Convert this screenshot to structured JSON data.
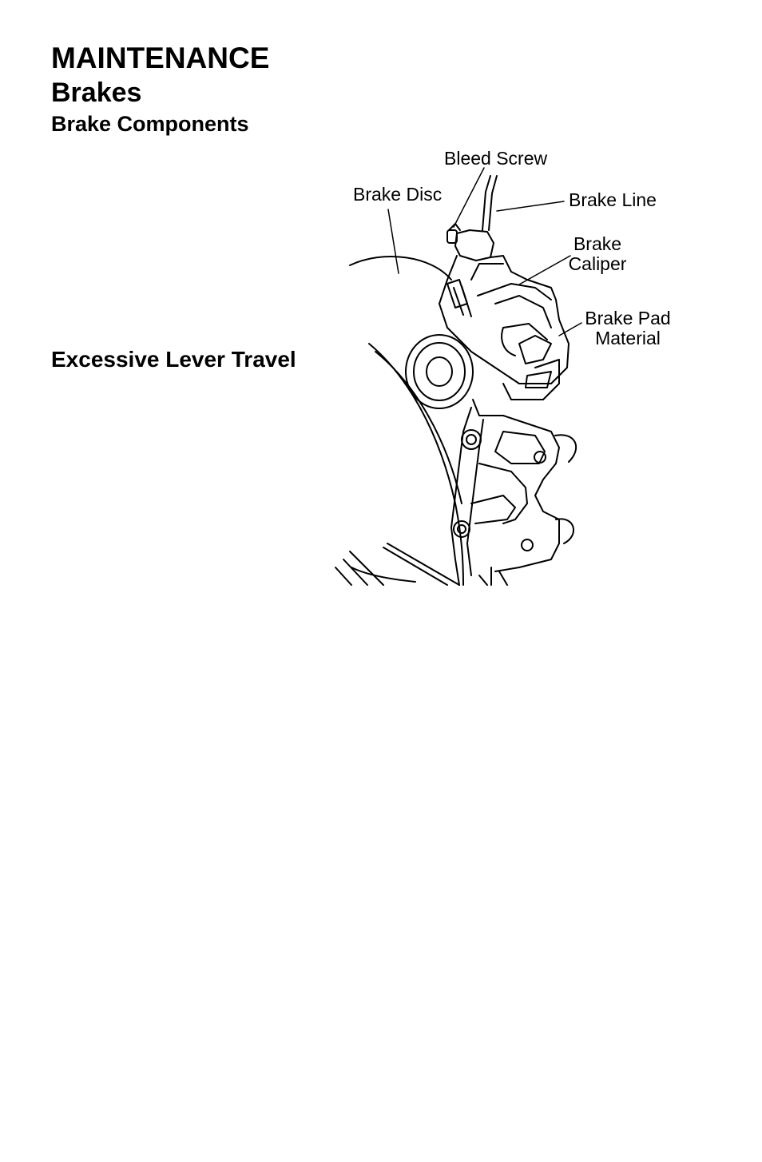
{
  "header": {
    "section_title": "MAINTENANCE",
    "subsection_title": "Brakes"
  },
  "content": {
    "brake_components_heading": "Brake Components",
    "excessive_lever_travel_heading": "Excessive Lever Travel"
  },
  "figure": {
    "labels": {
      "bleed_screw": "Bleed Screw",
      "brake_disc": "Brake Disc",
      "brake_line": "Brake Line",
      "brake_caliper_line1": "Brake",
      "brake_caliper_line2": "Caliper",
      "brake_pad_line1": "Brake Pad",
      "brake_pad_line2": "Material"
    }
  }
}
